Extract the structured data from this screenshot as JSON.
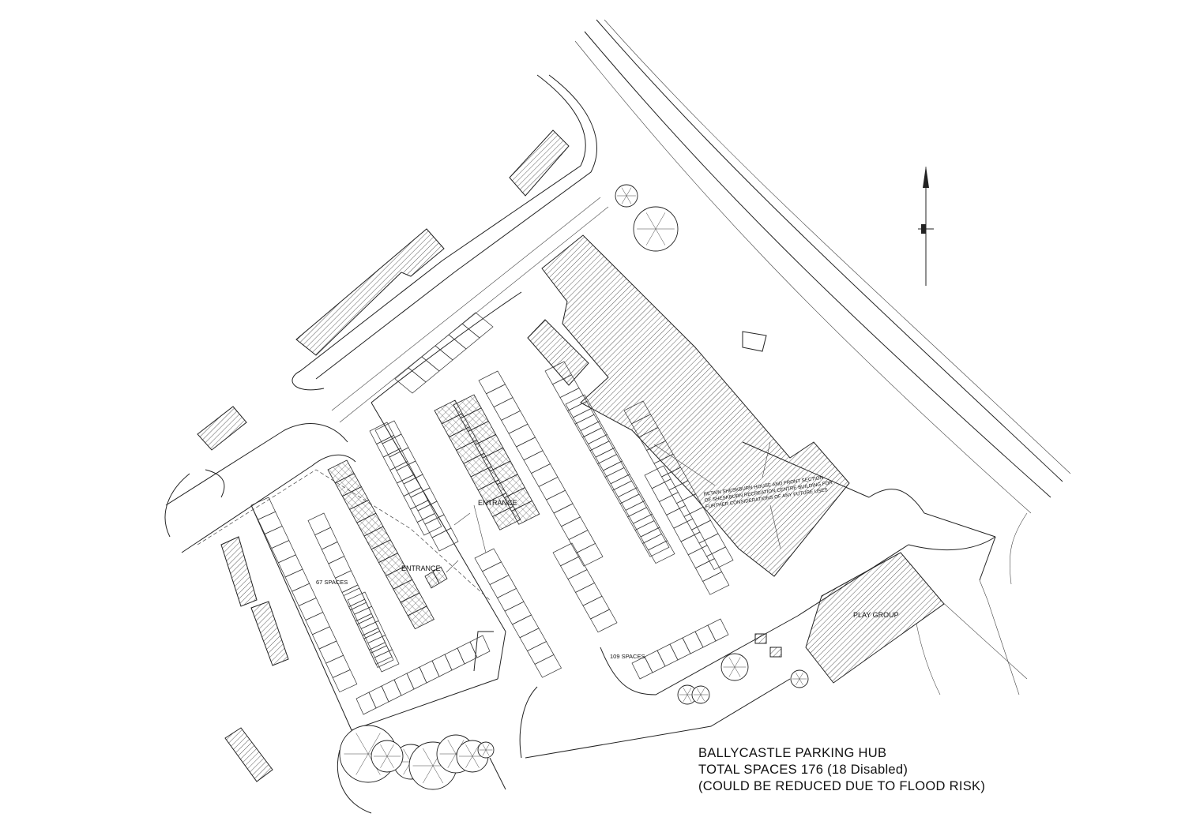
{
  "labels": {
    "entrance_north": "ENTRANCE",
    "entrance_south": "ENTRANCE",
    "spaces_west": "67 SPACES",
    "spaces_central": "109 SPACES",
    "play_group": "PLAY GROUP",
    "retain_note": [
      "RETAIN SHESKBURN HOUSE AND FRONT SECTION",
      "OF SHESKBURN RECREATION CENTRE BUILDING FOR",
      "FURTHER CONSIDERATIONS OF ANY FUTURE USES"
    ]
  },
  "title_block": {
    "line1": "BALLYCASTLE PARKING HUB",
    "line2": "TOTAL SPACES 176 (18 Disabled)",
    "line3": "(COULD BE REDUCED DUE TO FLOOD RISK)"
  },
  "icons": [
    "north-arrow-icon",
    "disabled-bay-icon",
    "tree-icon"
  ],
  "colors": {
    "ink": "#222222",
    "background": "#ffffff"
  }
}
